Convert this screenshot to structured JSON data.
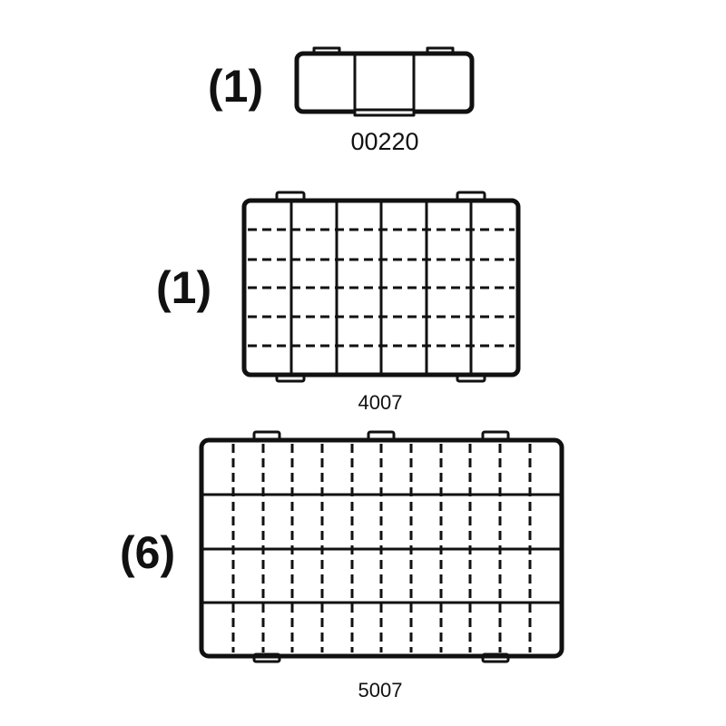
{
  "colors": {
    "stroke": "#111111",
    "background": "#ffffff"
  },
  "items": [
    {
      "quantity": "(1)",
      "model": "00220"
    },
    {
      "quantity": "(1)",
      "model": "4007"
    },
    {
      "quantity": "(6)",
      "model": "5007"
    }
  ]
}
